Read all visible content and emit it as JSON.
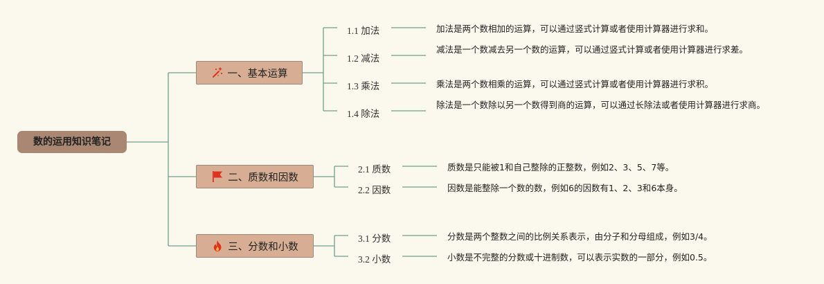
{
  "root": {
    "label": "数的运用知识笔记"
  },
  "branches": [
    {
      "label": "一、基本运算",
      "icon": "magic-wand-icon",
      "items": [
        {
          "label": "1.1 加法",
          "desc": "加法是两个数相加的运算，可以通过竖式计算或者使用计算器进行求和。"
        },
        {
          "label": "1.2 减法",
          "desc": "减法是一个数减去另一个数的运算，可以通过竖式计算或者使用计算器进行求差。"
        },
        {
          "label": "1.3 乘法",
          "desc": "乘法是两个数相乘的运算，可以通过竖式计算或者使用计算器进行求积。"
        },
        {
          "label": "1.4 除法",
          "desc": "除法是一个数除以另一个数得到商的运算，可以通过长除法或者使用计算器进行求商。"
        }
      ]
    },
    {
      "label": "二、质数和因数",
      "icon": "red-flag-icon",
      "items": [
        {
          "label": "2.1 质数",
          "desc": "质数是只能被1和自己整除的正整数，例如2、3、5、7等。"
        },
        {
          "label": "2.2 因数",
          "desc": "因数是能整除一个数的数，例如6的因数有1、2、3和6本身。"
        }
      ]
    },
    {
      "label": "三、分数和小数",
      "icon": "fire-icon",
      "items": [
        {
          "label": "3.1 分数",
          "desc": "分数是两个整数之间的比例关系表示，由分子和分母组成，例如3/4。"
        },
        {
          "label": "3.2 小数",
          "desc": "小数是不完整的分数或十进制数，可以表示实数的一部分，例如0.5。"
        }
      ]
    }
  ],
  "colors": {
    "background": "#fbf8ed",
    "root": "#a98772",
    "branch": "#d7ae93",
    "connector": "#6f9e8c",
    "icon_red": "#e0321e"
  }
}
